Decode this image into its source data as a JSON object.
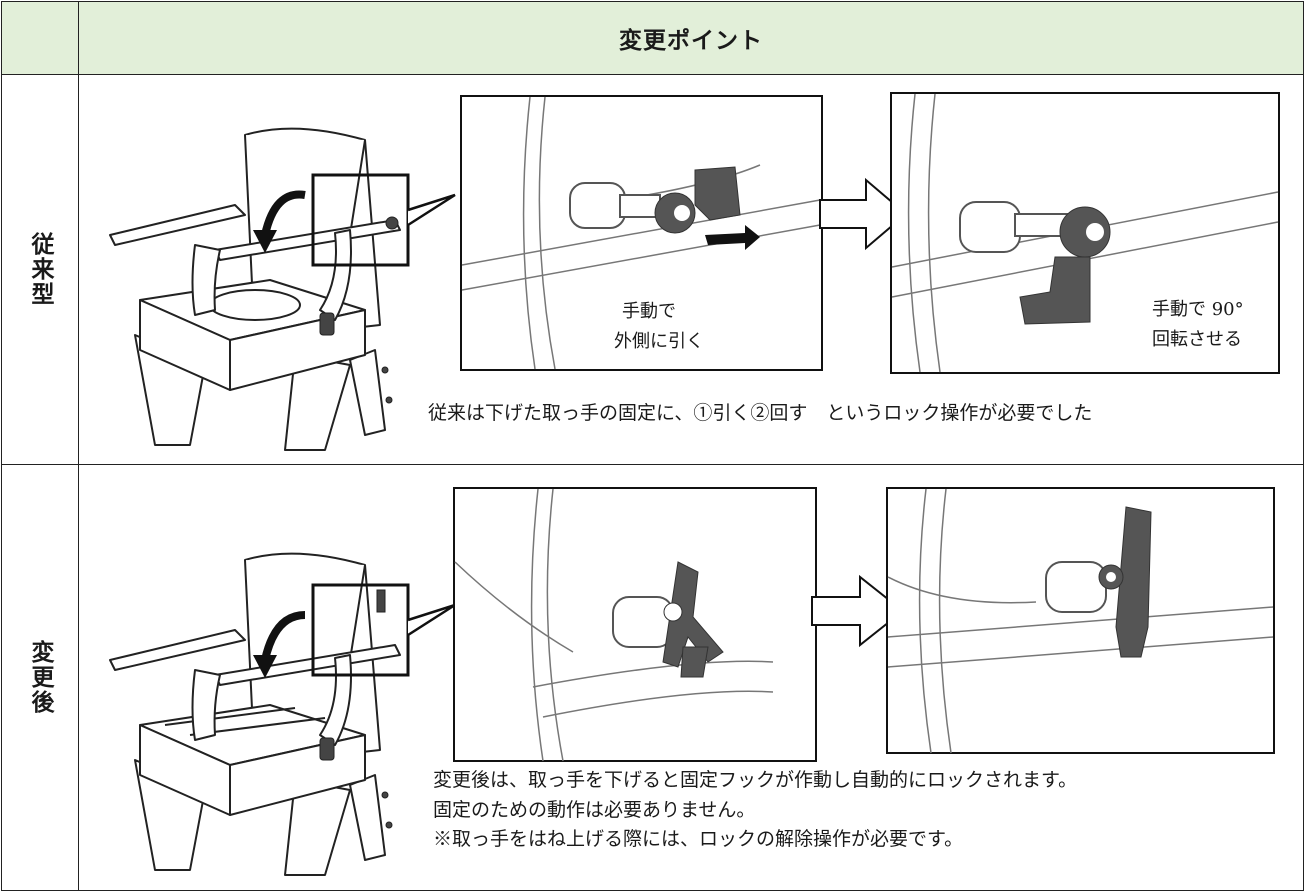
{
  "header": {
    "title": "変更ポイント"
  },
  "rows": [
    {
      "label": "従来型",
      "photo1_text_line1": "手動で",
      "photo1_text_line2": "外側に引く",
      "photo2_text_line1": "手動で 90°",
      "photo2_text_line2": "回転させる",
      "caption": "従来は下げた取っ手の固定に、①引く②回す　というロック操作が必要でした"
    },
    {
      "label": "変更後",
      "caption_lines": [
        "変更後は、取っ手を下げると固定フックが作動し自動的にロックされます。",
        "固定のための動作は必要ありません。",
        "※取っ手をはね上げる際には、ロックの解除操作が必要です。"
      ]
    }
  ],
  "colors": {
    "header_bg": "#e2efd9",
    "part_gray": "#555555",
    "line": "#222222"
  }
}
